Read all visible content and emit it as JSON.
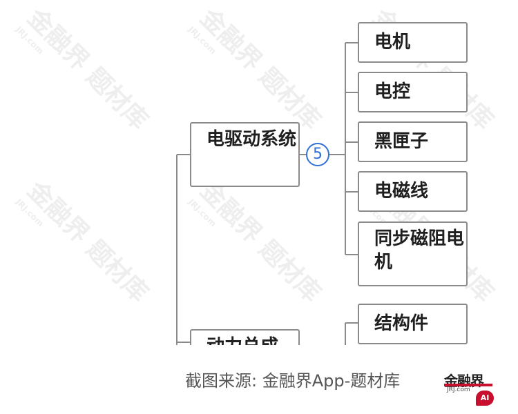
{
  "diagram": {
    "parent_nodes": [
      {
        "label": "电驱动系统"
      },
      {
        "label": "动力总成"
      }
    ],
    "badge": "5",
    "child_nodes": [
      {
        "label": "电机"
      },
      {
        "label": "电控"
      },
      {
        "label": "黑匣子"
      },
      {
        "label": "电磁线"
      },
      {
        "label": "同步磁阻电机"
      },
      {
        "label": "结构件"
      }
    ]
  },
  "watermark": {
    "text": "金融界 题材库",
    "sub": "JRJ.com"
  },
  "footer": {
    "source": "截图来源: 金融界App-题材库",
    "logo_text": "金融界",
    "logo_sub": "JRJ.com",
    "logo_badge": "AI"
  },
  "colors": {
    "node_border": "#8a8a8a",
    "badge": "#2f6fd6",
    "brand": "#c8102e"
  }
}
